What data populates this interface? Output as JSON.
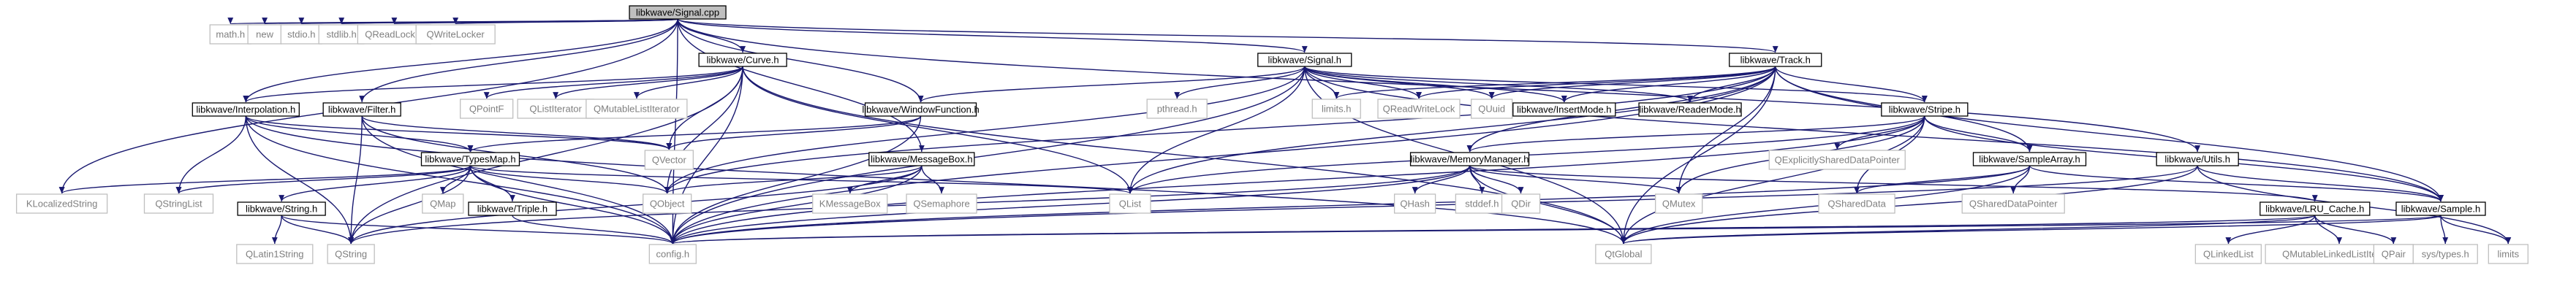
{
  "title": "libkwave/Signal.cpp",
  "colors": {
    "edge": "#191970",
    "root_fill": "#bfbfbf",
    "documented_border": "#000000",
    "external_border": "#bfbfbf",
    "external_text": "#7f7f7f"
  },
  "nodes": [
    {
      "id": "signal_cpp",
      "label": "libkwave/Signal.cpp",
      "kind": "root"
    },
    {
      "id": "math_h",
      "label": "math.h",
      "kind": "external"
    },
    {
      "id": "new",
      "label": "new",
      "kind": "external"
    },
    {
      "id": "stdio_h",
      "label": "stdio.h",
      "kind": "external"
    },
    {
      "id": "stdlib_h",
      "label": "stdlib.h",
      "kind": "external"
    },
    {
      "id": "qreadlocker",
      "label": "QReadLocker",
      "kind": "external"
    },
    {
      "id": "qwritelocker",
      "label": "QWriteLocker",
      "kind": "external"
    },
    {
      "id": "curve_h",
      "label": "libkwave/Curve.h",
      "kind": "documented"
    },
    {
      "id": "signal_h",
      "label": "libkwave/Signal.h",
      "kind": "documented"
    },
    {
      "id": "track_h",
      "label": "libkwave/Track.h",
      "kind": "documented"
    },
    {
      "id": "interpolation_h",
      "label": "libkwave/Interpolation.h",
      "kind": "documented"
    },
    {
      "id": "filter_h",
      "label": "libkwave/Filter.h",
      "kind": "documented"
    },
    {
      "id": "qpointf",
      "label": "QPointF",
      "kind": "external"
    },
    {
      "id": "qlistiterator",
      "label": "QListIterator",
      "kind": "external"
    },
    {
      "id": "qmutablelistiterator",
      "label": "QMutableListIterator",
      "kind": "external"
    },
    {
      "id": "windowfunction_h",
      "label": "libkwave/WindowFunction.h",
      "kind": "documented"
    },
    {
      "id": "pthread_h",
      "label": "pthread.h",
      "kind": "external"
    },
    {
      "id": "limits_h",
      "label": "limits.h",
      "kind": "external"
    },
    {
      "id": "qreadwritelock",
      "label": "QReadWriteLock",
      "kind": "external"
    },
    {
      "id": "quuid",
      "label": "QUuid",
      "kind": "external"
    },
    {
      "id": "insertmode_h",
      "label": "libkwave/InsertMode.h",
      "kind": "documented"
    },
    {
      "id": "readermode_h",
      "label": "libkwave/ReaderMode.h",
      "kind": "documented"
    },
    {
      "id": "stripe_h",
      "label": "libkwave/Stripe.h",
      "kind": "documented"
    },
    {
      "id": "qvector",
      "label": "QVector",
      "kind": "external"
    },
    {
      "id": "typesmap_h",
      "label": "libkwave/TypesMap.h",
      "kind": "documented"
    },
    {
      "id": "messagebox_h",
      "label": "libkwave/MessageBox.h",
      "kind": "documented"
    },
    {
      "id": "memorymanager_h",
      "label": "libkwave/MemoryManager.h",
      "kind": "documented"
    },
    {
      "id": "qexplicitlyshareddatapointer",
      "label": "QExplicitlySharedDataPointer",
      "kind": "external"
    },
    {
      "id": "samplearray_h",
      "label": "libkwave/SampleArray.h",
      "kind": "documented"
    },
    {
      "id": "utils_h",
      "label": "libkwave/Utils.h",
      "kind": "documented"
    },
    {
      "id": "qobject",
      "label": "QObject",
      "kind": "external"
    },
    {
      "id": "qlist",
      "label": "QList",
      "kind": "external"
    },
    {
      "id": "klocalizedstring",
      "label": "KLocalizedString",
      "kind": "external"
    },
    {
      "id": "qstringlist",
      "label": "QStringList",
      "kind": "external"
    },
    {
      "id": "qmap",
      "label": "QMap",
      "kind": "external"
    },
    {
      "id": "string_h",
      "label": "libkwave/String.h",
      "kind": "documented"
    },
    {
      "id": "triple_h",
      "label": "libkwave/Triple.h",
      "kind": "documented"
    },
    {
      "id": "kmessagebox",
      "label": "KMessageBox",
      "kind": "external"
    },
    {
      "id": "qsemaphore",
      "label": "QSemaphore",
      "kind": "external"
    },
    {
      "id": "qhash",
      "label": "QHash",
      "kind": "external"
    },
    {
      "id": "stddef_h",
      "label": "stddef.h",
      "kind": "external"
    },
    {
      "id": "qdir",
      "label": "QDir",
      "kind": "external"
    },
    {
      "id": "qmutex",
      "label": "QMutex",
      "kind": "external"
    },
    {
      "id": "qshareddata",
      "label": "QSharedData",
      "kind": "external"
    },
    {
      "id": "qshareddatapointer",
      "label": "QSharedDataPointer",
      "kind": "external"
    },
    {
      "id": "lru_cache_h",
      "label": "libkwave/LRU_Cache.h",
      "kind": "documented"
    },
    {
      "id": "sample_h",
      "label": "libkwave/Sample.h",
      "kind": "documented"
    },
    {
      "id": "qlatin1string",
      "label": "QLatin1String",
      "kind": "external"
    },
    {
      "id": "qstring",
      "label": "QString",
      "kind": "external"
    },
    {
      "id": "config_h",
      "label": "config.h",
      "kind": "external"
    },
    {
      "id": "qtglobal",
      "label": "QtGlobal",
      "kind": "external"
    },
    {
      "id": "qlinkedlist",
      "label": "QLinkedList",
      "kind": "external"
    },
    {
      "id": "qmutablelinkedlistiterator",
      "label": "QMutableLinkedListIterator",
      "kind": "external"
    },
    {
      "id": "qpair",
      "label": "QPair",
      "kind": "external"
    },
    {
      "id": "sys_types_h",
      "label": "sys/types.h",
      "kind": "external"
    },
    {
      "id": "limits",
      "label": "limits",
      "kind": "external"
    }
  ],
  "edges": [
    [
      "signal_cpp",
      "math_h"
    ],
    [
      "signal_cpp",
      "new"
    ],
    [
      "signal_cpp",
      "stdio_h"
    ],
    [
      "signal_cpp",
      "stdlib_h"
    ],
    [
      "signal_cpp",
      "qreadlocker"
    ],
    [
      "signal_cpp",
      "qwritelocker"
    ],
    [
      "signal_cpp",
      "curve_h"
    ],
    [
      "signal_cpp",
      "signal_h"
    ],
    [
      "signal_cpp",
      "track_h"
    ],
    [
      "signal_cpp",
      "interpolation_h"
    ],
    [
      "signal_cpp",
      "filter_h"
    ],
    [
      "signal_cpp",
      "windowfunction_h"
    ],
    [
      "signal_cpp",
      "messagebox_h"
    ],
    [
      "signal_cpp",
      "utils_h"
    ],
    [
      "signal_cpp",
      "klocalizedstring"
    ],
    [
      "signal_cpp",
      "config_h"
    ],
    [
      "curve_h",
      "interpolation_h"
    ],
    [
      "curve_h",
      "qpointf"
    ],
    [
      "curve_h",
      "qlistiterator"
    ],
    [
      "curve_h",
      "qmutablelistiterator"
    ],
    [
      "curve_h",
      "qobject"
    ],
    [
      "curve_h",
      "qvector"
    ],
    [
      "curve_h",
      "config_h"
    ],
    [
      "curve_h",
      "qlist"
    ],
    [
      "curve_h",
      "qstring"
    ],
    [
      "curve_h",
      "qtglobal"
    ],
    [
      "signal_h",
      "pthread_h"
    ],
    [
      "signal_h",
      "limits_h"
    ],
    [
      "signal_h",
      "qreadwritelock"
    ],
    [
      "signal_h",
      "quuid"
    ],
    [
      "signal_h",
      "insertmode_h"
    ],
    [
      "signal_h",
      "readermode_h"
    ],
    [
      "signal_h",
      "stripe_h"
    ],
    [
      "signal_h",
      "windowfunction_h"
    ],
    [
      "signal_h",
      "qlist"
    ],
    [
      "signal_h",
      "qobject"
    ],
    [
      "signal_h",
      "config_h"
    ],
    [
      "signal_h",
      "qtglobal"
    ],
    [
      "signal_h",
      "sample_h"
    ],
    [
      "track_h",
      "limits_h"
    ],
    [
      "track_h",
      "qreadwritelock"
    ],
    [
      "track_h",
      "quuid"
    ],
    [
      "track_h",
      "insertmode_h"
    ],
    [
      "track_h",
      "readermode_h"
    ],
    [
      "track_h",
      "stripe_h"
    ],
    [
      "track_h",
      "memorymanager_h"
    ],
    [
      "track_h",
      "samplearray_h"
    ],
    [
      "track_h",
      "qlist"
    ],
    [
      "track_h",
      "qobject"
    ],
    [
      "track_h",
      "config_h"
    ],
    [
      "track_h",
      "qtglobal"
    ],
    [
      "track_h",
      "qmutex"
    ],
    [
      "track_h",
      "sample_h"
    ],
    [
      "interpolation_h",
      "typesmap_h"
    ],
    [
      "interpolation_h",
      "qvector"
    ],
    [
      "interpolation_h",
      "qstringlist"
    ],
    [
      "interpolation_h",
      "qstring"
    ],
    [
      "interpolation_h",
      "config_h"
    ],
    [
      "interpolation_h",
      "qtglobal"
    ],
    [
      "filter_h",
      "qvector"
    ],
    [
      "filter_h",
      "qobject"
    ],
    [
      "filter_h",
      "config_h"
    ],
    [
      "filter_h",
      "qstring"
    ],
    [
      "windowfunction_h",
      "typesmap_h"
    ],
    [
      "windowfunction_h",
      "qvector"
    ],
    [
      "windowfunction_h",
      "config_h"
    ],
    [
      "stripe_h",
      "memorymanager_h"
    ],
    [
      "stripe_h",
      "samplearray_h"
    ],
    [
      "stripe_h",
      "qexplicitlyshareddatapointer"
    ],
    [
      "stripe_h",
      "qmutex"
    ],
    [
      "stripe_h",
      "qlist"
    ],
    [
      "stripe_h",
      "qshareddata"
    ],
    [
      "stripe_h",
      "config_h"
    ],
    [
      "stripe_h",
      "qtglobal"
    ],
    [
      "stripe_h",
      "sample_h"
    ],
    [
      "typesmap_h",
      "qmap"
    ],
    [
      "typesmap_h",
      "qobject"
    ],
    [
      "typesmap_h",
      "string_h"
    ],
    [
      "typesmap_h",
      "triple_h"
    ],
    [
      "typesmap_h",
      "klocalizedstring"
    ],
    [
      "typesmap_h",
      "qstringlist"
    ],
    [
      "typesmap_h",
      "qstring"
    ],
    [
      "typesmap_h",
      "config_h"
    ],
    [
      "typesmap_h",
      "qlist"
    ],
    [
      "messagebox_h",
      "kmessagebox"
    ],
    [
      "messagebox_h",
      "qsemaphore"
    ],
    [
      "messagebox_h",
      "qobject"
    ],
    [
      "messagebox_h",
      "qstring"
    ],
    [
      "messagebox_h",
      "config_h"
    ],
    [
      "memorymanager_h",
      "qhash"
    ],
    [
      "memorymanager_h",
      "stddef_h"
    ],
    [
      "memorymanager_h",
      "qdir"
    ],
    [
      "memorymanager_h",
      "qmutex"
    ],
    [
      "memorymanager_h",
      "lru_cache_h"
    ],
    [
      "memorymanager_h",
      "qstring"
    ],
    [
      "memorymanager_h",
      "config_h"
    ],
    [
      "memorymanager_h",
      "qtglobal"
    ],
    [
      "samplearray_h",
      "qshareddata"
    ],
    [
      "samplearray_h",
      "qshareddatapointer"
    ],
    [
      "samplearray_h",
      "sample_h"
    ],
    [
      "samplearray_h",
      "config_h"
    ],
    [
      "samplearray_h",
      "qtglobal"
    ],
    [
      "utils_h",
      "sample_h"
    ],
    [
      "utils_h",
      "config_h"
    ],
    [
      "utils_h",
      "qtglobal"
    ],
    [
      "utils_h",
      "limits"
    ],
    [
      "string_h",
      "qlatin1string"
    ],
    [
      "string_h",
      "qstring"
    ],
    [
      "string_h",
      "config_h"
    ],
    [
      "triple_h",
      "config_h"
    ],
    [
      "lru_cache_h",
      "qlinkedlist"
    ],
    [
      "lru_cache_h",
      "qmutablelinkedlistiterator"
    ],
    [
      "lru_cache_h",
      "qpair"
    ],
    [
      "lru_cache_h",
      "config_h"
    ],
    [
      "lru_cache_h",
      "qtglobal"
    ],
    [
      "sample_h",
      "sys_types_h"
    ],
    [
      "sample_h",
      "limits"
    ],
    [
      "sample_h",
      "config_h"
    ],
    [
      "sample_h",
      "qtglobal"
    ]
  ]
}
